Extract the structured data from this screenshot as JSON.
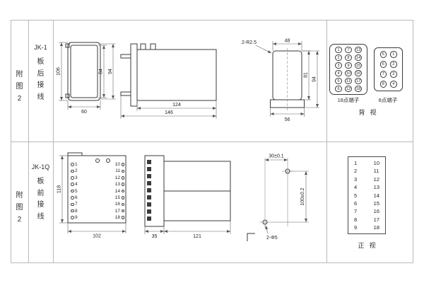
{
  "colors": {
    "line": "#3a3a3a",
    "frame": "#b9b9b9"
  },
  "figure": {
    "row1": {
      "fig_no": "附\n图\n2",
      "model": "JK-1",
      "wiring": "板\n后\n接\n线",
      "front_view": {
        "h_outer": "106",
        "h_inner": "84",
        "h_mid": "94",
        "w": "60"
      },
      "side_view": {
        "body": "124",
        "total": "146"
      },
      "cutout": {
        "radius": "2-R2.5",
        "w_top": "48",
        "h_inner": "81",
        "h_outer": "94",
        "w_bottom": "56"
      },
      "terminals": {
        "t18_label": "18点端子",
        "t8_label": "8点端子",
        "view": "背视",
        "t18": [
          "1",
          "7",
          "13",
          "2",
          "8",
          "14",
          "3",
          "9",
          "15",
          "4",
          "10",
          "16",
          "5",
          "11",
          "17",
          "6",
          "12",
          "18"
        ],
        "t8": [
          "5",
          "1",
          "6",
          "2",
          "7",
          "3",
          "8",
          "4"
        ]
      }
    },
    "row2": {
      "fig_no": "附\n图\n2",
      "model": "JK-1Q",
      "wiring": "板\n前\n接\n线",
      "front_view": {
        "h": "118",
        "w": "102"
      },
      "side_view": {
        "flange": "35",
        "body": "121"
      },
      "mounting": {
        "w": "30±0.1",
        "h": "100±0.2",
        "holes": "2-Φ5"
      },
      "left_terms": [
        "1",
        "2",
        "3",
        "4",
        "5",
        "6",
        "7",
        "8",
        "9"
      ],
      "right_terms": [
        "10",
        "11",
        "12",
        "13",
        "14",
        "15",
        "16",
        "17",
        "18"
      ],
      "view": "正视"
    }
  }
}
